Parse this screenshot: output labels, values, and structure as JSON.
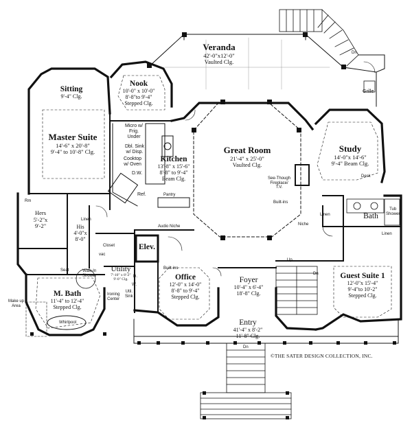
{
  "rooms": {
    "veranda": {
      "name": "Veranda",
      "dims": "42'-0\"x12'-0\"",
      "ceiling": "Vaulted Clg."
    },
    "nook": {
      "name": "Nook",
      "dims": "10'-0\" x 10'-0\"",
      "clg1": "8'-8\"to 9'-4\"",
      "clg2": "Stepped Clg."
    },
    "sitting": {
      "name": "Sitting",
      "ceiling": "9'-4\" Clg."
    },
    "master_suite": {
      "name": "Master Suite",
      "dims": "14'-6\" x 20'-8\"",
      "ceiling": "9'-4\" to 10'-8\" Clg."
    },
    "great_room": {
      "name": "Great Room",
      "dims": "21'-4\" x 25'-0\"",
      "ceiling": "Vaulted Clg."
    },
    "study": {
      "name": "Study",
      "dims": "14'-0\"x 14'-6\"",
      "ceiling": "9'-4\" Beam Clg."
    },
    "kitchen": {
      "name": "Kitchen",
      "dims": "13'-8\" x 15'-6\"",
      "clg1": "8'-8\" to 9'-4\"",
      "clg2": "Beam Clg."
    },
    "hers": {
      "name": "Hers",
      "dims1": "5'-2\"x",
      "dims2": "9'-2\""
    },
    "his": {
      "name": "His",
      "dims1": "4'-0\"x",
      "dims2": "8'-0\""
    },
    "elev": {
      "name": "Elev."
    },
    "utility": {
      "name": "Utility",
      "dims": "7'-10\" x 8'-2\"",
      "ceiling": "9'-0\" Clg."
    },
    "office": {
      "name": "Office",
      "dims": "12'-0\" x 14'-0\"",
      "clg1": "8'-8\" to 9'-4\"",
      "clg2": "Stepped Clg."
    },
    "foyer": {
      "name": "Foyer",
      "dims": "10'-4\" x 6'-4\"",
      "ceiling": "18'-8\" Clg."
    },
    "bath": {
      "name": "Bath"
    },
    "guest_suite": {
      "name": "Guest Suite 1",
      "dims": "12'-0\"x 15'-4\"",
      "clg1": "9'-4\"to 10'-2\"",
      "clg2": "Stepped Clg."
    },
    "m_bath": {
      "name": "M. Bath",
      "dims": "11'-4\" to 12'-4\"",
      "ceiling": "Stepped Clg."
    },
    "entry": {
      "name": "Entry",
      "dims": "41'-4\" x 8'-2\"",
      "ceiling": "11'-8\" Clg."
    }
  },
  "notes": {
    "micro": [
      "Micro w/",
      "Frig.",
      "Under"
    ],
    "dbl_sink": [
      "Dbl. Sink",
      "w/ Disp."
    ],
    "cooktop": [
      "Cooktop",
      "w/ Oven"
    ],
    "dw": "D.W.",
    "ref": "Ref.",
    "pantry": "Pantry",
    "grille": "Grille",
    "desk": "Desk",
    "fireplace": [
      "See-Though",
      "Fireplace/",
      "T.V."
    ],
    "built_ins_1": "Built-ins",
    "niche": "Niche",
    "linen_1": "Linen",
    "tub_shower": [
      "Tub",
      "Shower"
    ],
    "linen_2": "Linen",
    "audio_niche": "Audio Niche",
    "linen_3": "Linen",
    "closet": "Closet",
    "seat": "Seat",
    "walk_in_shower": [
      "Walk-In",
      "Shower"
    ],
    "vac": "vac",
    "built_ins_2": "Built-ins",
    "make_up": [
      "Make up",
      "Area"
    ],
    "whirlpool": "Whirlpool",
    "ironing": [
      "Ironing",
      "Center"
    ],
    "util_sink": [
      "Util.",
      "Sink"
    ],
    "w": "W.",
    "d": "D.",
    "dn_1": "Dn",
    "dn_2": "Dn",
    "dn_3": "Dn",
    "up": "Up",
    "rm": "Rm"
  },
  "copyright": "©THE SATER DESIGN COLLECTION, INC."
}
